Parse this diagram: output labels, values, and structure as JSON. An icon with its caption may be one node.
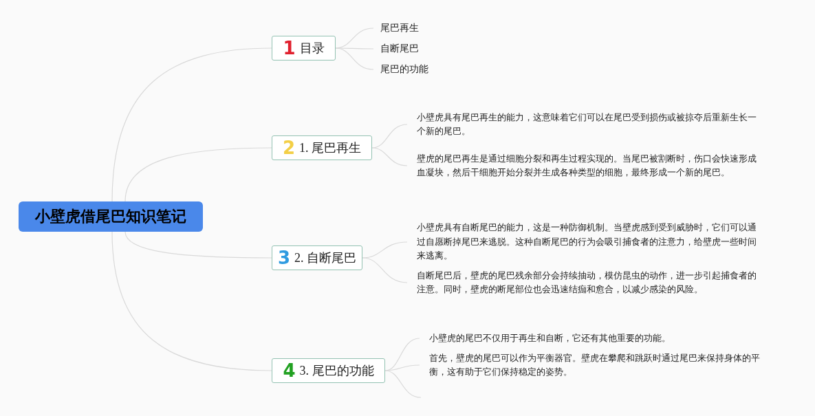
{
  "diagram": {
    "nodes": [
      {
        "text": [
          "小壁虎借尾巴知识笔记"
        ]
      },
      {
        "text": [
          "1",
          "目录"
        ]
      },
      {
        "text": [
          "尾巴再生"
        ]
      },
      {
        "text": [
          "自断尾巴"
        ]
      },
      {
        "text": [
          "尾巴的功能"
        ]
      },
      {
        "text": [
          "2",
          "1. 尾巴再生"
        ]
      },
      {
        "text": [
          "小壁虎具有尾巴再生的能力，这意味着它们可以在尾巴受到损伤或被掠夺后重新生长一个新的尾巴。"
        ]
      },
      {
        "text": [
          "壁虎的尾巴再生是通过细胞分裂和再生过程实现的。当尾巴被割断时，伤口会快速形成血凝块，然后干细胞开始分裂并生成各种类型的细胞，最终形成一个新的尾巴。"
        ]
      },
      {
        "text": [
          "3",
          "2. 自断尾巴"
        ]
      },
      {
        "text": [
          "小壁虎具有自断尾巴的能力，这是一种防御机制。当壁虎感到受到威胁时，它们可以通过自愿断掉尾巴来逃脱。这种自断尾巴的行为会吸引捕食者的注意力，给壁虎一些时间来逃离。"
        ]
      },
      {
        "text": [
          "自断尾巴后，壁虎的尾巴残余部分会持续抽动，模仿昆虫的动作，进一步引起捕食者的注意。同时，壁虎的断尾部位也会迅速结痂和愈合，以减少感染的风险。"
        ]
      },
      {
        "text": [
          "4",
          "3. 尾巴的功能"
        ]
      },
      {
        "text": [
          "小壁虎的尾巴不仅用于再生和自断，它还有其他重要的功能。"
        ]
      },
      {
        "text": [
          "首先，壁虎的尾巴可以作为平衡器官。壁虎在攀爬和跳跃时通过尾巴来保持身体的平衡，这有助于它们保持稳定的姿势。"
        ]
      }
    ],
    "edges": [
      {
        "from": 0,
        "to": 1,
        "arrow": "none"
      },
      {
        "from": 0,
        "to": 5,
        "arrow": "none"
      },
      {
        "from": 0,
        "to": 8,
        "arrow": "none"
      },
      {
        "from": 0,
        "to": 11,
        "arrow": "none"
      },
      {
        "from": 1,
        "to": 2,
        "arrow": "none"
      },
      {
        "from": 1,
        "to": 3,
        "arrow": "none"
      },
      {
        "from": 1,
        "to": 4,
        "arrow": "none"
      },
      {
        "from": 5,
        "to": 6,
        "arrow": "none"
      },
      {
        "from": 5,
        "to": 7,
        "arrow": "none"
      },
      {
        "from": 8,
        "to": 9,
        "arrow": "none"
      },
      {
        "from": 8,
        "to": 10,
        "arrow": "none"
      },
      {
        "from": 11,
        "to": 12,
        "arrow": "none"
      },
      {
        "from": 11,
        "to": 13,
        "arrow": "none"
      },
      {
        "from": 11,
        "to": null,
        "arrow": "none"
      }
    ]
  }
}
